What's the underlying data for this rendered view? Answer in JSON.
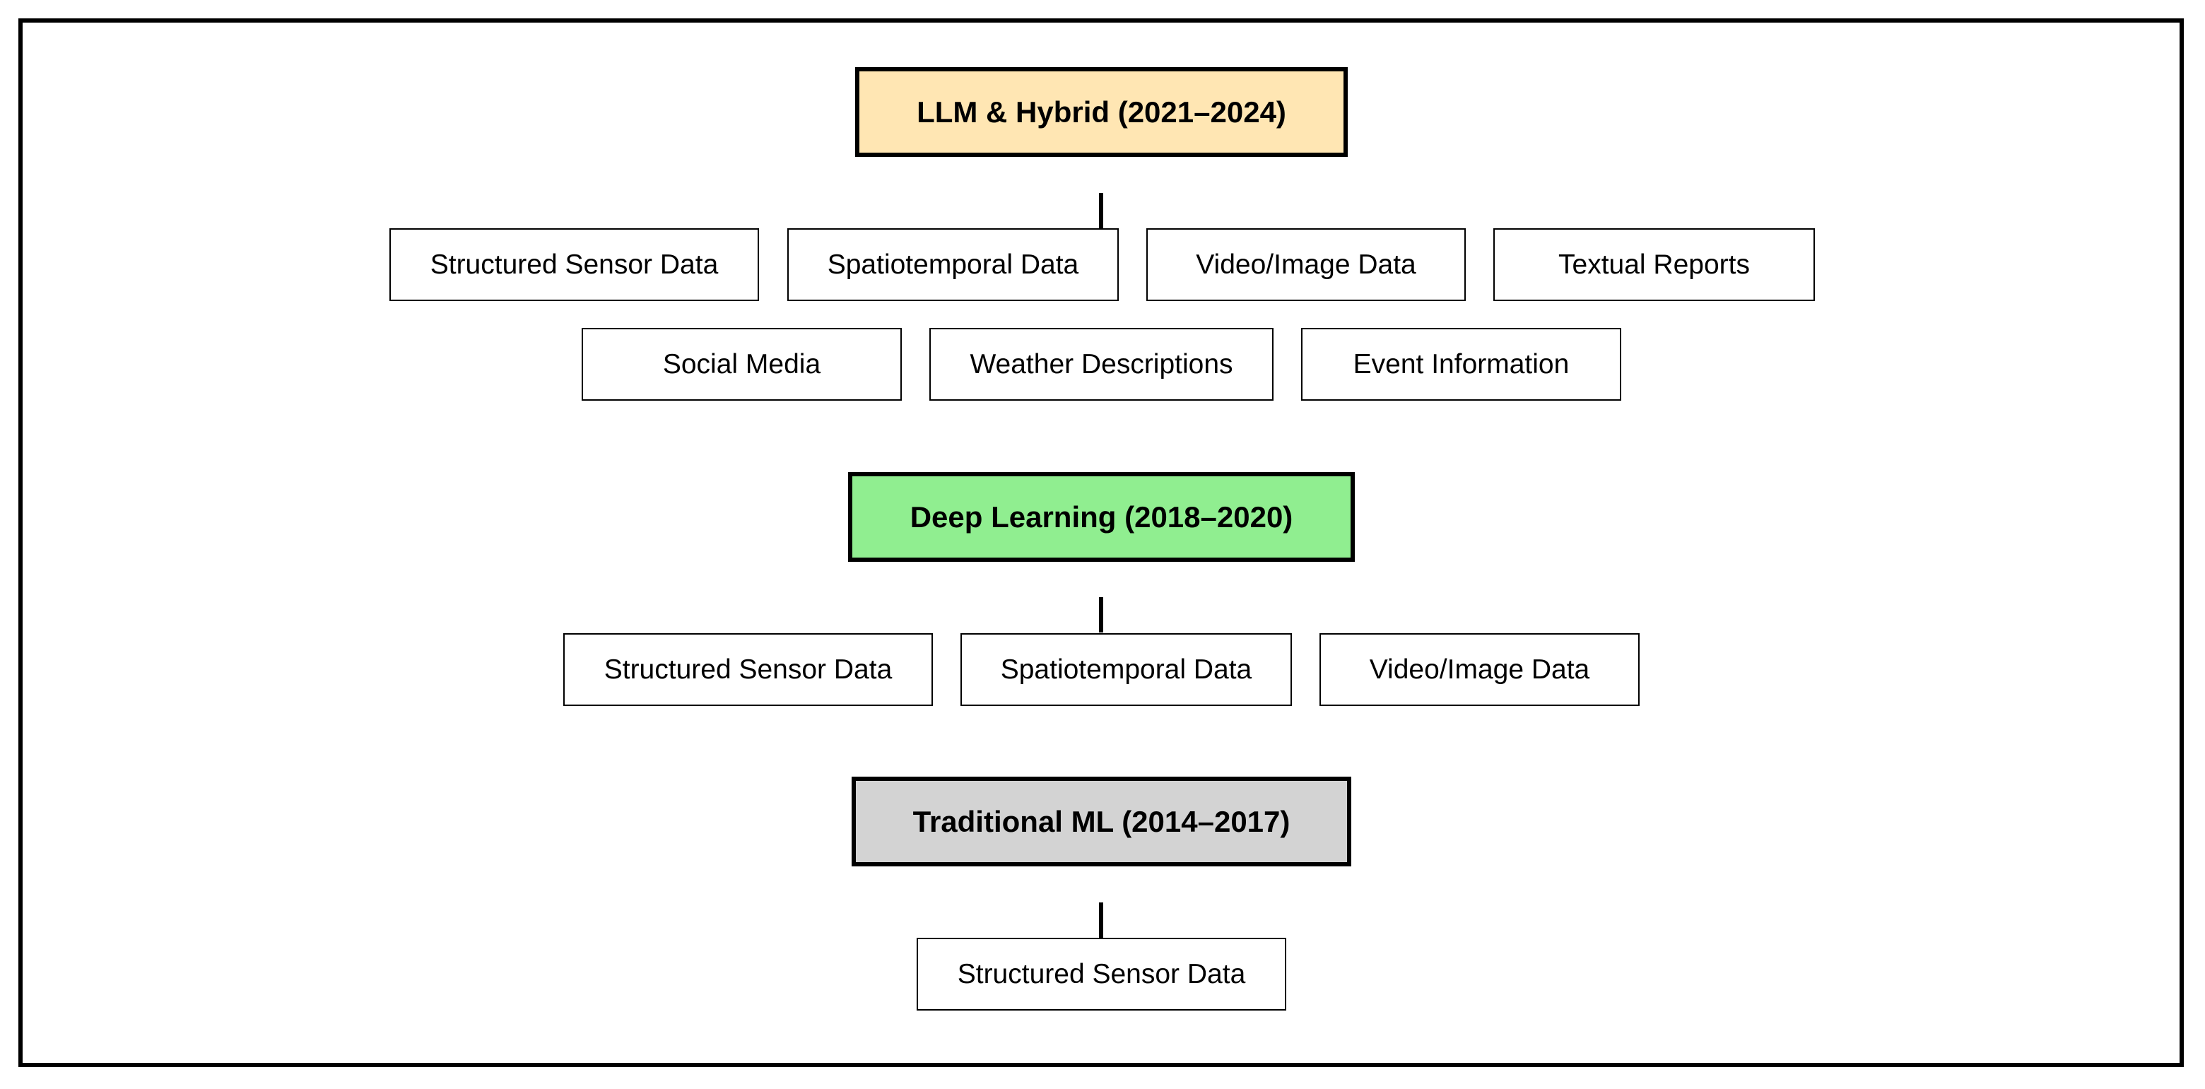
{
  "colors": {
    "llm_fill": "#FFE6B3",
    "dl_fill": "#90EE90",
    "trad_fill": "#D3D3D3",
    "border": "#000000"
  },
  "eras": {
    "llm": {
      "title": "LLM & Hybrid (2021–2024)",
      "items": [
        "Structured Sensor Data",
        "Spatiotemporal Data",
        "Video/Image Data",
        "Textual Reports",
        "Social Media",
        "Weather Descriptions",
        "Event Information"
      ]
    },
    "dl": {
      "title": "Deep Learning (2018–2020)",
      "items": [
        "Structured Sensor Data",
        "Spatiotemporal Data",
        "Video/Image Data"
      ]
    },
    "trad": {
      "title": "Traditional ML (2014–2017)",
      "items": [
        "Structured Sensor Data"
      ]
    }
  }
}
